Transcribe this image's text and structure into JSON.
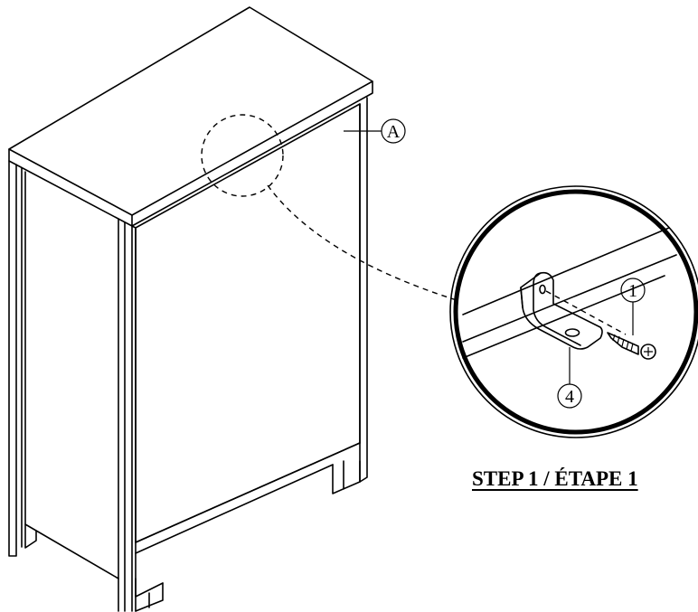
{
  "step_title": "STEP 1 / ÉTAPE 1",
  "callouts": {
    "panel": "A",
    "screw": "1",
    "bracket": "4"
  },
  "colors": {
    "line": "#000000",
    "background": "#ffffff"
  }
}
